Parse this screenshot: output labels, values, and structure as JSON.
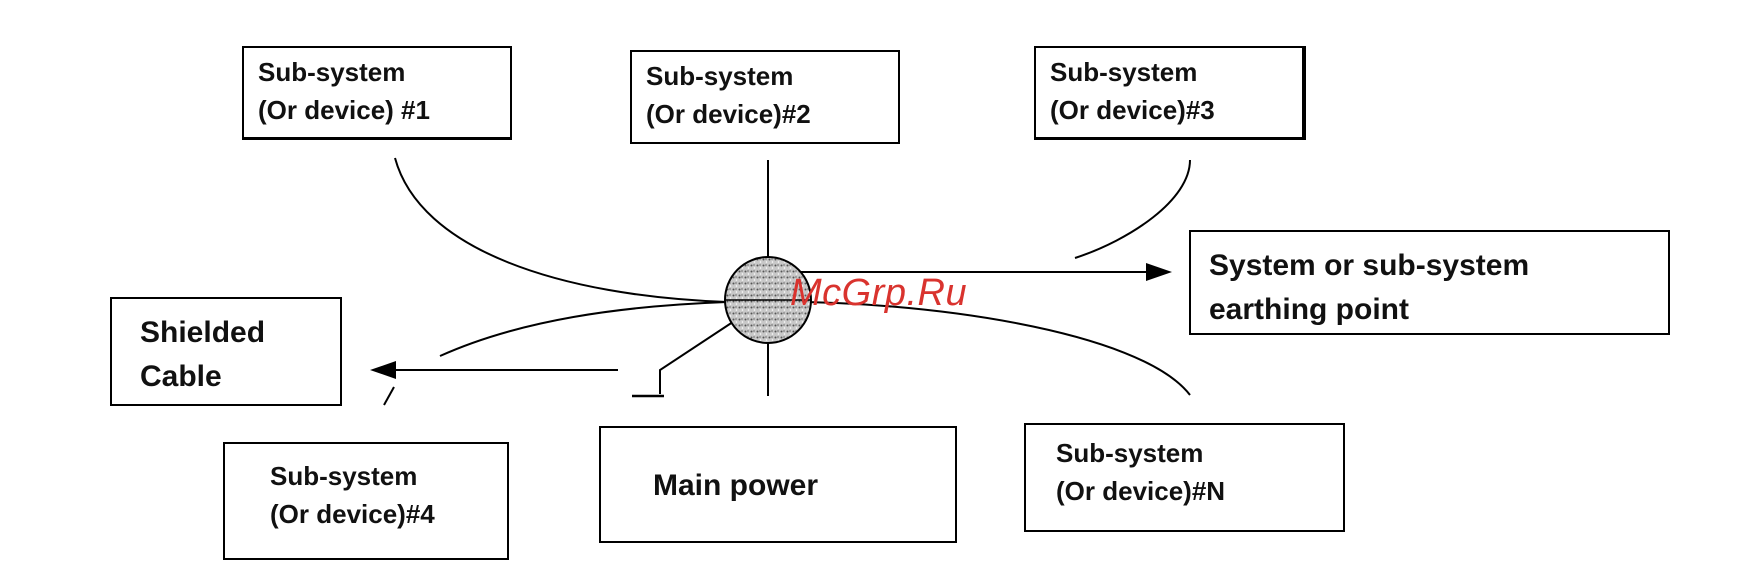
{
  "diagram": {
    "watermark": "McGrp.Ru",
    "boxes": {
      "sub1": {
        "line1": "Sub-system",
        "line2": "(Or device) #1"
      },
      "sub2": {
        "line1": "Sub-system",
        "line2": "(Or device)#2"
      },
      "sub3": {
        "line1": "Sub-system",
        "line2": "(Or device)#3"
      },
      "earthing_point": {
        "line1": "System or sub-system",
        "line2": "earthing point"
      },
      "shielded_cable": {
        "line1": "Shielded",
        "line2": "Cable"
      },
      "sub4": {
        "line1": "Sub-system",
        "line2": "(Or device)#4"
      },
      "main_power": {
        "line1": "Main power"
      },
      "subN": {
        "line1": "Sub-system",
        "line2": "(Or device)#N"
      }
    },
    "colors": {
      "line": "#000000",
      "watermark": "#d9332e",
      "earth_node": "#9a9a9a"
    }
  }
}
